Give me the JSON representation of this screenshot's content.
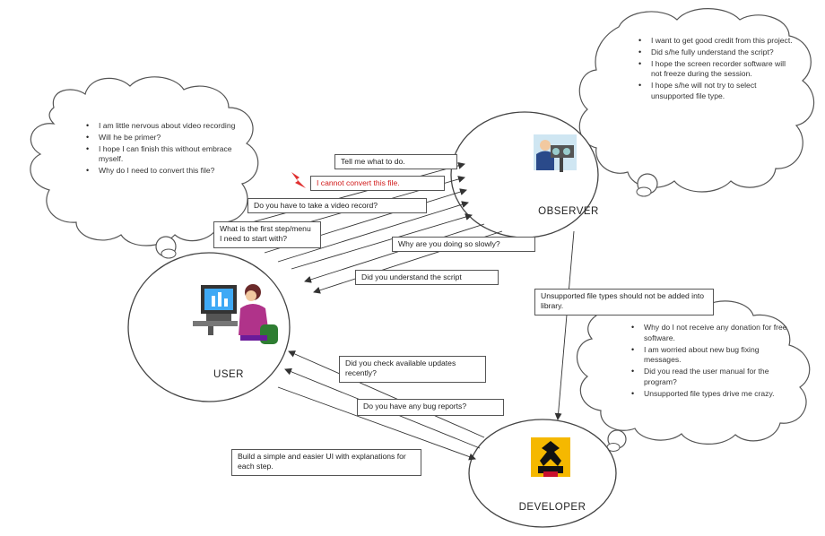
{
  "actors": {
    "observer": "OBSERVER",
    "user": "USER",
    "developer": "DEVELOPER"
  },
  "thoughts": {
    "user": [
      "I am little nervous about video recording",
      "Will he be primer?",
      "I hope I can finish this without embrace myself.",
      "Why do I need to convert this file?"
    ],
    "observer": [
      "I want to get good credit from this project.",
      "Did s/he fully understand the script?",
      "I hope the screen recorder software will not freeze during the session.",
      "I hope s/he will not try to select unsupported file type."
    ],
    "developer": [
      "Why do I not receive any donation for free software.",
      "I am worried about new bug fixing messages.",
      "Did you read the user manual for the program?",
      "Unsupported file types drive me crazy."
    ]
  },
  "messages": {
    "tell_me": "Tell me what to do.",
    "cannot_convert": "I cannot convert this file.",
    "video_record": "Do you have to take a video record?",
    "first_step": "What is the first step/menu I need to start with?",
    "so_slowly": "Why are you doing so slowly?",
    "understand_script": "Did you understand the script",
    "unsupported_library": "Unsupported file types should not be added into library.",
    "check_updates": "Did you check available updates recently?",
    "bug_reports": "Do you have any bug reports?",
    "build_ui": "Build a simple and easier UI with explanations for each step."
  },
  "colors": {
    "stroke": "#444444",
    "highlight_red": "#d11a1a",
    "icon_red": "#e03030"
  }
}
